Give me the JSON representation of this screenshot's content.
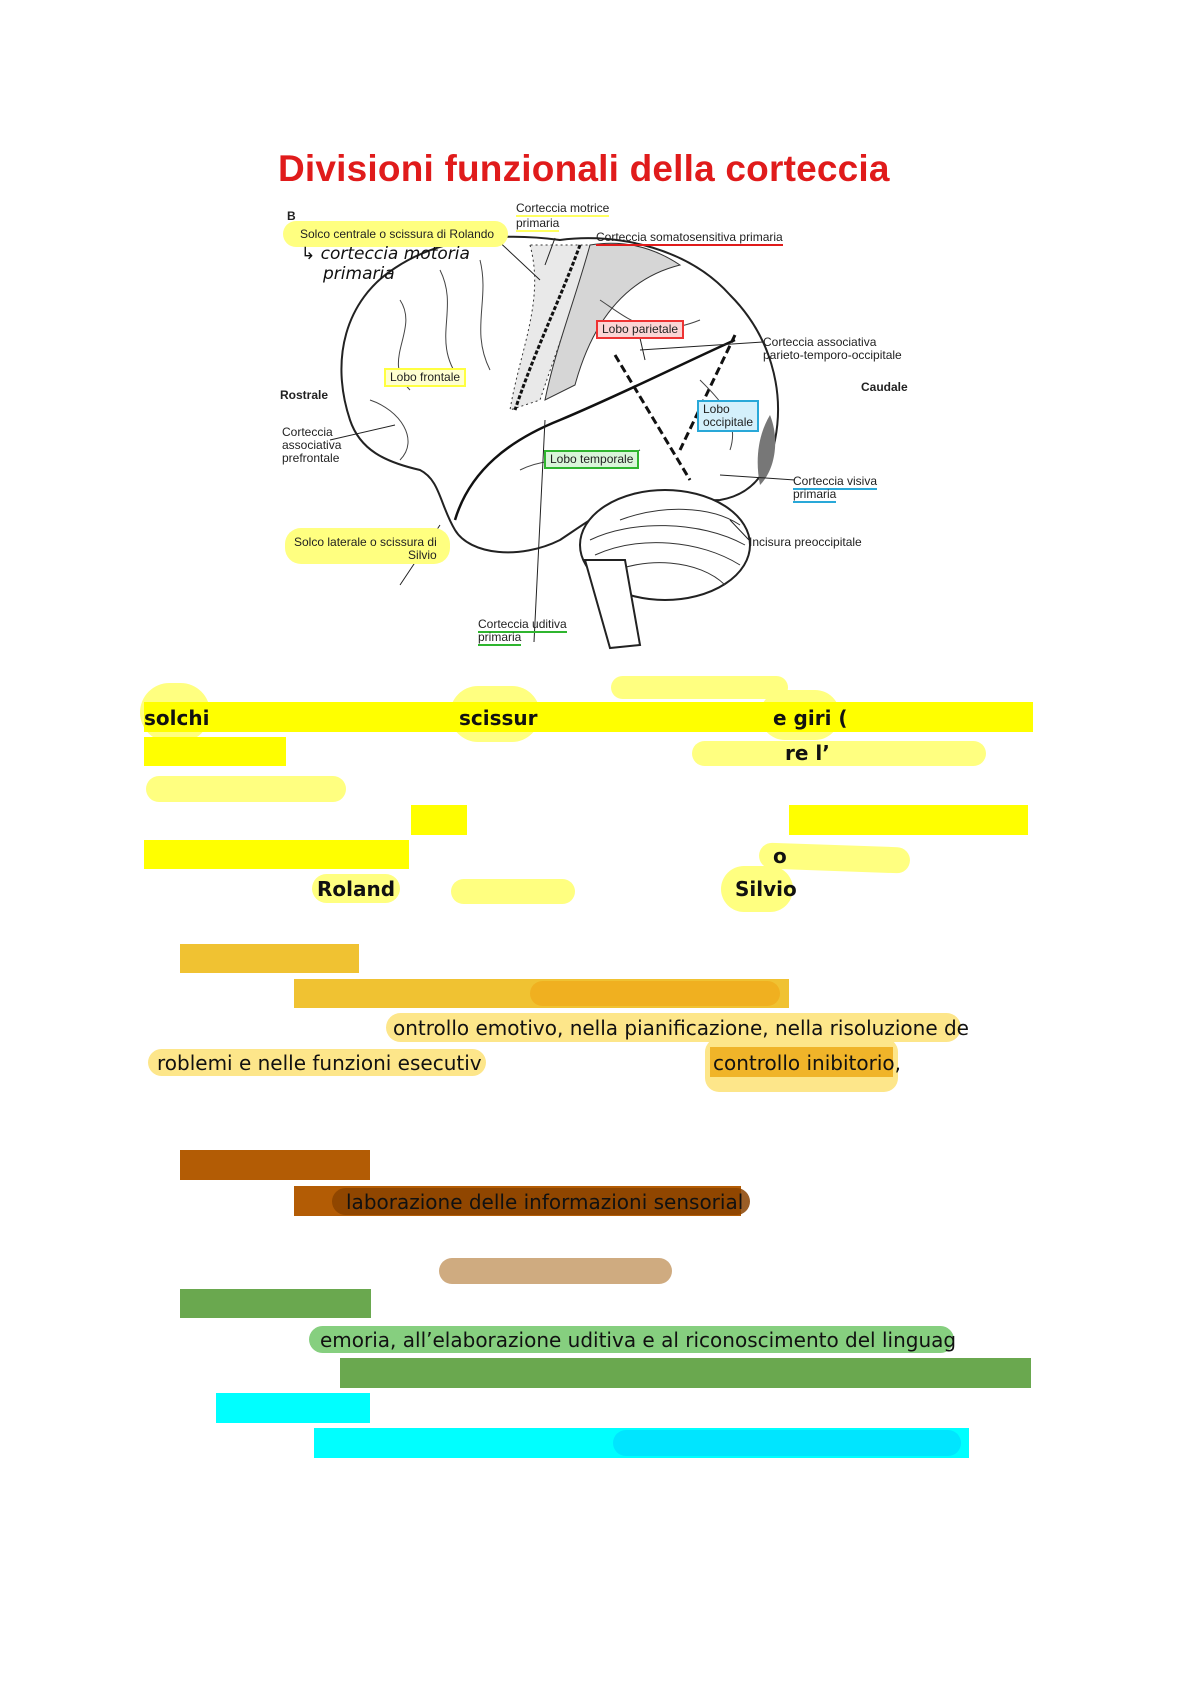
{
  "title": "Divisioni funzionali della corteccia",
  "diagram": {
    "panel_letter": "B",
    "labels": {
      "solco_centrale": "Solco centrale o scissura di Rolando",
      "handwritten_note_1": "↳ corteccia motoria",
      "handwritten_note_2": "primaria",
      "corteccia_motrice_1": "Corteccia motrice",
      "corteccia_motrice_2": "primaria",
      "somatosensitiva": "Corteccia somatosensitiva primaria",
      "lobo_parietale": "Lobo parietale",
      "assoc_pto_1": "Corteccia associativa",
      "assoc_pto_2": "parieto-temporo-occipitale",
      "caudale": "Caudale",
      "rostrale": "Rostrale",
      "lobo_frontale": "Lobo frontale",
      "prefrontale_1": "Corteccia",
      "prefrontale_2": "associativa",
      "prefrontale_3": "prefrontale",
      "lobo_occipitale_1": "Lobo",
      "lobo_occipitale_2": "occipitale",
      "lobo_temporale": "Lobo temporale",
      "visiva_1": "Corteccia visiva",
      "visiva_2": "primaria",
      "incisura": "Incisura preoccipitale",
      "solco_laterale_1": "Solco laterale o scissura di",
      "solco_laterale_2": "Silvio",
      "uditiva_1": "Corteccia uditiva",
      "uditiva_2": "primaria"
    }
  },
  "notes": {
    "w_solchi": "solchi",
    "w_scissur": "scissur",
    "w_egiri": "e giri (",
    "w_rel": "re l’",
    "w_o": "o",
    "w_roland": "Roland",
    "w_silvio": "Silvio",
    "frontal_line1": "ontrollo emotivo, nella pianificazione, nella risoluzione de",
    "frontal_line2": "roblemi e nelle funzioni esecutiv",
    "frontal_inhib": "controllo inibitorio",
    "frontal_comma": ",",
    "parietal_line": "laborazione delle informazioni sensorial",
    "temporal_line": "emoria, all’elaborazione uditiva e al riconoscimento del linguag"
  },
  "colors": {
    "title": "#e01b1b",
    "yellow": "#ffff00",
    "yellow_light": "#ffff80",
    "orange": "#f0c232",
    "brown": "#b35c05",
    "green": "#6aa84f",
    "cyan": "#00ffff"
  }
}
